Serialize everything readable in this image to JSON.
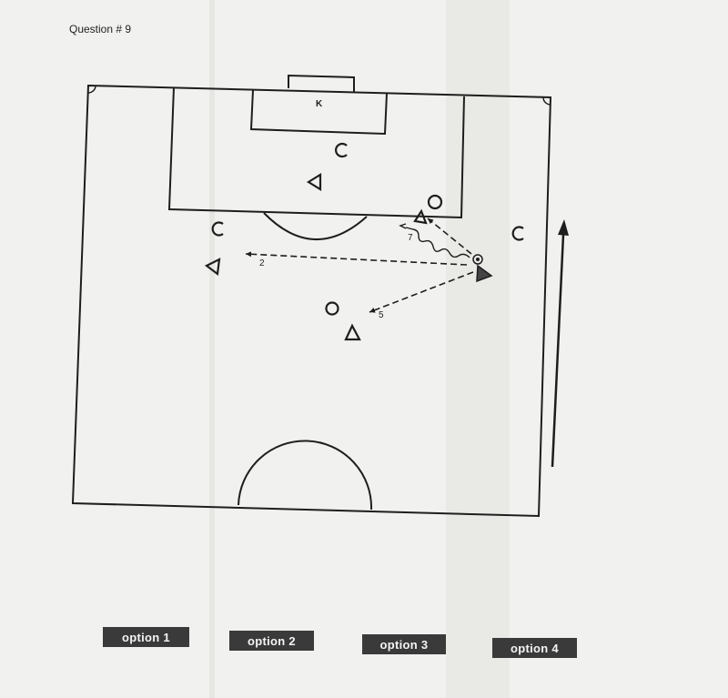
{
  "question": {
    "title": "Question # 9"
  },
  "pitch_labels": {
    "goalkeeper": "K",
    "run_label": "7",
    "pass_left_label": "2",
    "pass_down_label": "5"
  },
  "options": [
    {
      "label": "option 1"
    },
    {
      "label": "option 2"
    },
    {
      "label": "option 3"
    },
    {
      "label": "option 4"
    }
  ],
  "colors": {
    "background": "#f1f1ef",
    "lines": "#1e1e1e",
    "button_bg": "#3a3a3a",
    "button_text": "#f4f4f4"
  }
}
